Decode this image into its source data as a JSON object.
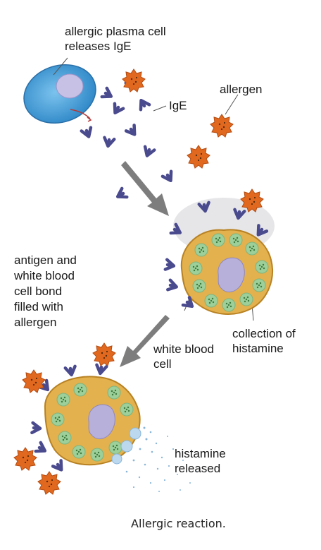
{
  "labels": {
    "plasma_line1": "allergic plasma cell",
    "plasma_line2": "releases IgE",
    "ige": "IgE",
    "allergen": "allergen",
    "antigen_line1": "antigen and",
    "antigen_line2": "white blood",
    "antigen_line3": "cell bond",
    "antigen_line4": "filled with",
    "antigen_line5": "allergen",
    "wbc_line1": "white blood",
    "wbc_line2": "cell",
    "histamine_line1": "collection of",
    "histamine_line2": "histamine",
    "released_line1": "histamine",
    "released_line2": "released"
  },
  "caption": "Allergic reaction.",
  "colors": {
    "plasma_cell": "#3e9bd6",
    "nucleus": "#b7b0db",
    "antibody": "#4a4a8e",
    "allergen": "#e0691f",
    "white_cell": "#e3b14d",
    "granule": "#9ccf9a",
    "arrow": "#7d7d7d"
  }
}
